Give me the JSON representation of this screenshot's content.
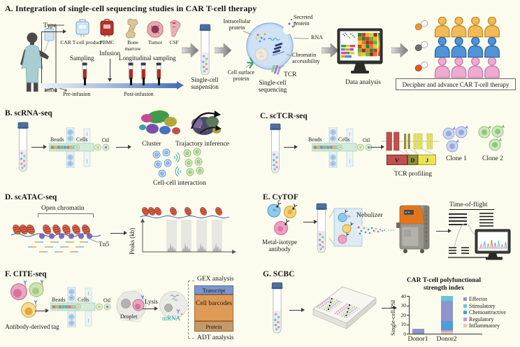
{
  "background": "#fcfcee",
  "panelA": {
    "title": "A. Integration of single-cell sequencing studies in CAR T-cell therapy",
    "type_label": "Type",
    "time_label": "Time",
    "sources": [
      "CAR T-cell product",
      "PBMC",
      "Bone marrow",
      "Tumor",
      "CSF"
    ],
    "sampling_label": "Sampling",
    "infusion_label": "Infusion",
    "longitudinal_label": "Longitudinal sampling",
    "pre_infusion": "Pre-infusion",
    "post_infusion": "Post-infusion",
    "suspension_label": "Single-cell suspension",
    "cell": {
      "intracellular": "Intracellular protein",
      "secreted": "Secreted protein",
      "rna": "RNA",
      "chromatin": "Chromatin accessibility",
      "tcr": "TCR",
      "surface": "Cell surface protein",
      "sequencing": "Single-cell sequencing"
    },
    "data_analysis": "Data analysis",
    "outcome": "Decipher and advance CAR T-cell therapy"
  },
  "panelB": {
    "title": "B. scRNA-seq",
    "beads": "Beads",
    "cells": "Cells",
    "oil": "Oil",
    "cluster": "Cluster",
    "trajectory": "Trajactory inference",
    "interaction": "Cell-cell interaction"
  },
  "panelC": {
    "title": "C. scTCR-seq",
    "beads": "Beads",
    "cells": "Cells",
    "oil": "Oil",
    "v": "V",
    "d": "D",
    "j": "J",
    "profiling": "TCR profiling",
    "clone1": "Clone 1",
    "clone2": "Clone 2"
  },
  "panelD": {
    "title": "D. scATAC-seq",
    "open_chromatin": "Open chromatin",
    "tn5": "Tn5",
    "peaks": "Peaks (kb)"
  },
  "panelE": {
    "title": "E. CyTOF",
    "antibody": "Metal-isotype antibody",
    "nebulizer": "Nebulizer",
    "tof": "Time-of-flight"
  },
  "panelF": {
    "title": "F. CITE-seq",
    "tag": "Antibody-derived tag",
    "beads": "Beads",
    "cells": "Cells",
    "oil": "Oil",
    "droplet": "Droplet",
    "lysis": "Lysis",
    "mrna": "mRNA",
    "gex": "GEX analysis",
    "adt": "ADT analysis",
    "transcript": "Transcript",
    "barcodes": "Cell barcodes",
    "protein": "Protein"
  },
  "panelG": {
    "title": "G. SCBC"
  },
  "chart_data": {
    "type": "bar",
    "stacked": true,
    "title": "CAR T-cell polyfunctional strength index",
    "ylabel": "Single-cell PSI",
    "ylim": [
      0,
      40
    ],
    "yticks": [
      0,
      10,
      20,
      30,
      40
    ],
    "categories": [
      "Donor1",
      "Donor2"
    ],
    "series": [
      {
        "name": "Inflammatory",
        "color": "#f6c5a2",
        "values": [
          0,
          2
        ]
      },
      {
        "name": "Regulatory",
        "color": "#b29ed6",
        "values": [
          0,
          1.5
        ]
      },
      {
        "name": "Chemoattractive",
        "color": "#4e9cd8",
        "values": [
          0,
          10
        ]
      },
      {
        "name": "Effector",
        "color": "#8d95cc",
        "values": [
          5,
          21.5
        ]
      },
      {
        "name": "Stimulatory",
        "color": "#62c8d5",
        "values": [
          0,
          5
        ]
      }
    ],
    "legend": [
      "Effector",
      "Stimulatory",
      "Chemoattractive",
      "Regulatory",
      "Inflammatory"
    ],
    "legend_position": "right",
    "grid": false
  }
}
